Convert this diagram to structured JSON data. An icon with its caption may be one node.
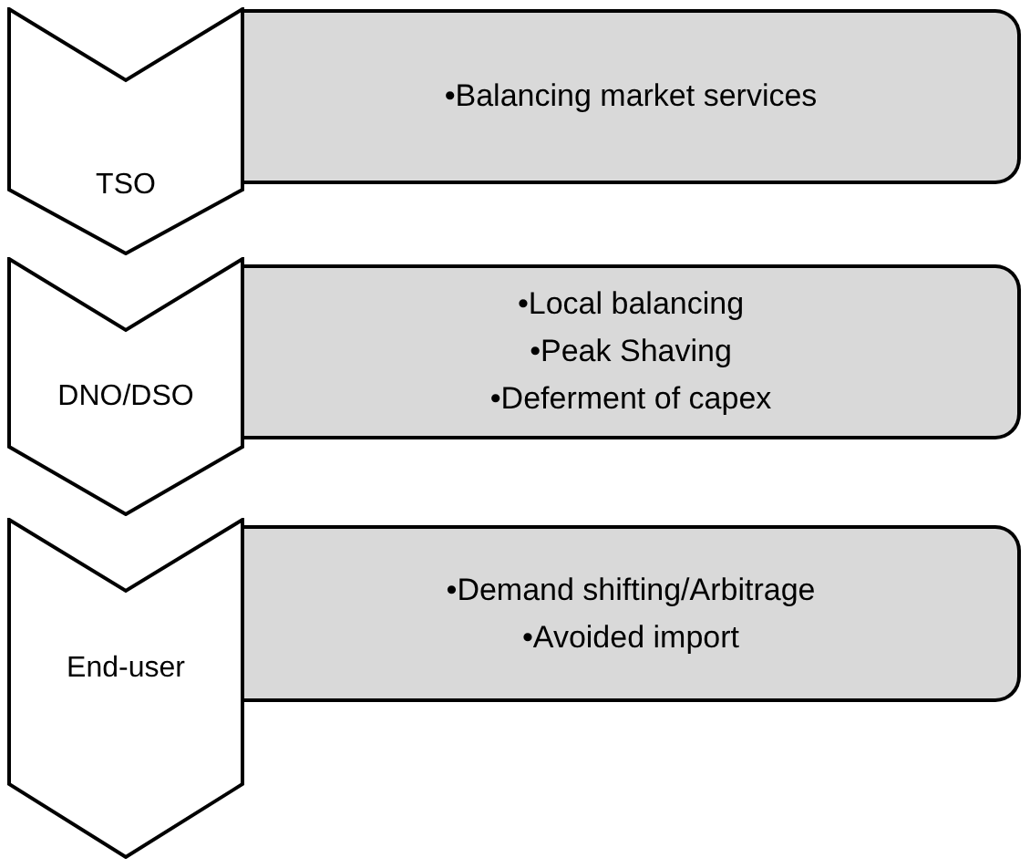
{
  "diagram": {
    "nodes": [
      {
        "text": [
          "TSO"
        ]
      },
      {
        "text": [
          "•Balancing market services"
        ]
      },
      {
        "text": [
          "DNO/DSO"
        ]
      },
      {
        "text": [
          "•Local balancing",
          "•Peak Shaving",
          "•Deferment of capex"
        ]
      },
      {
        "text": [
          "End-user"
        ]
      },
      {
        "text": [
          "•Demand shifting/Arbitrage",
          "•Avoided import"
        ]
      }
    ]
  }
}
